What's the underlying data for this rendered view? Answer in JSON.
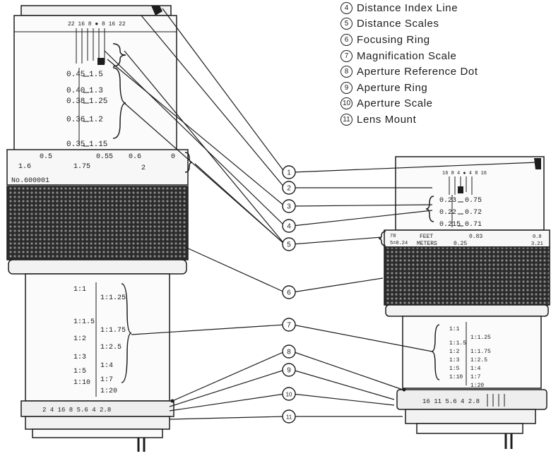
{
  "legend": [
    {
      "num": "4",
      "label": "Distance Index Line"
    },
    {
      "num": "5",
      "label": "Distance Scales"
    },
    {
      "num": "6",
      "label": "Focusing Ring"
    },
    {
      "num": "7",
      "label": "Magnification Scale"
    },
    {
      "num": "8",
      "label": "Aperture Reference Dot"
    },
    {
      "num": "9",
      "label": "Aperture Ring"
    },
    {
      "num": "10",
      "label": "Aperture Scale"
    },
    {
      "num": "11",
      "label": "Lens Mount"
    }
  ],
  "callouts": [
    "1",
    "2",
    "3",
    "4",
    "5",
    "6",
    "7",
    "8",
    "9",
    "10",
    "11"
  ],
  "left_lens": {
    "dof_marks": "22 16 8 ● 8 16 22",
    "distance_scale": [
      {
        "m": "0.45",
        "ft": "1.5"
      },
      {
        "m": "0.40",
        "ft": "1.3"
      },
      {
        "m": "0.38",
        "ft": "1.25"
      },
      {
        "m": "0.36",
        "ft": "1.2"
      },
      {
        "m": "0.35",
        "ft": "1.15"
      }
    ],
    "ring_top_row": [
      "0.5",
      "0.55",
      "0.6",
      "0"
    ],
    "ring_second_row": [
      "1.6",
      "1.75",
      "2"
    ],
    "serial": "No.600001",
    "mag_left": [
      "1:1",
      "1:1.5",
      "1:2",
      "1:3",
      "1:5",
      "1:10"
    ],
    "mag_right": [
      "1:1.25",
      "1:1.75",
      "1:2.5",
      "1:4",
      "1:7",
      "1:20"
    ],
    "aperture_scale": "2 4 16 8 5.6 4 2.8"
  },
  "right_lens": {
    "dof_marks": "16 8 4 ● 4 8 16",
    "distance_scale": [
      {
        "m": "0.23",
        "ft": "0.75"
      },
      {
        "m": "0.22",
        "ft": "0.72"
      },
      {
        "m": "0.215",
        "ft": "0.71"
      }
    ],
    "feet_label": "FEET",
    "meters_label": "METERS",
    "feet_value": "0.83",
    "meters_value": "0.25",
    "ring_left_top": "78",
    "ring_left_bottom": "5=0.24",
    "ring_right_top": "0.8",
    "ring_right_bottom": "3.21",
    "mag_left": [
      "1:1",
      "1:1.5",
      "1:2",
      "1:3",
      "1:5",
      "1:10"
    ],
    "mag_right": [
      "1:1.25",
      "1:1.75",
      "1:2.5",
      "1:4",
      "1:7",
      "1:20"
    ],
    "aperture_scale": "16 11 5.6 4 2.8"
  },
  "colors": {
    "ink": "#1d1d1d",
    "paper": "#ffffff",
    "lens_body": "#f2f2f2",
    "knurl": "#3a3a3a"
  }
}
